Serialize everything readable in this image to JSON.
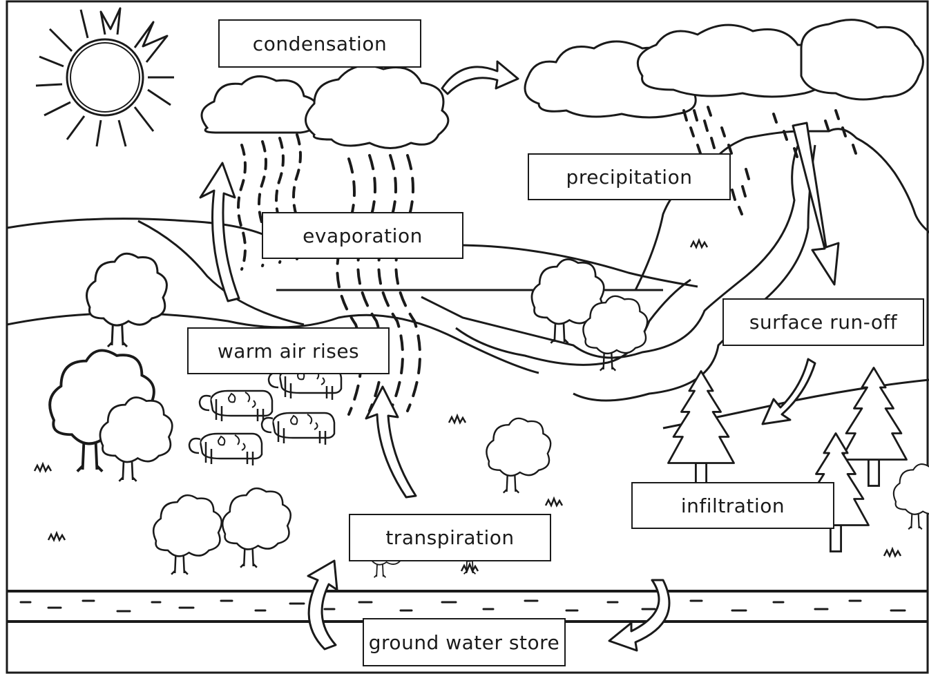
{
  "labels": {
    "condensation": "condensation",
    "precipitation": "precipitation",
    "evaporation": "evaporation",
    "warm_air_rises": "warm air rises",
    "surface_runoff": "surface run-off",
    "infiltration": "infiltration",
    "transpiration": "transpiration",
    "ground_water_store": "ground water store"
  },
  "icons": [
    "sun-icon",
    "cloud-icon",
    "rain-icon",
    "tree-icon",
    "pine-tree-icon",
    "cow-icon",
    "arrow-icon",
    "grass-icon"
  ],
  "colors": {
    "line": "#1a1a1a",
    "background": "#ffffff"
  }
}
